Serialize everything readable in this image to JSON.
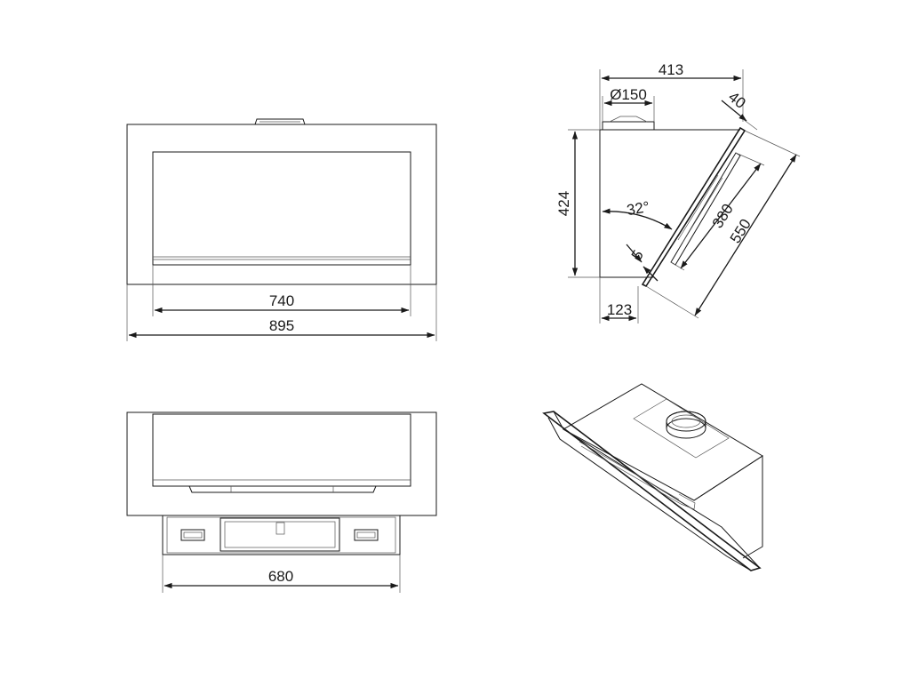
{
  "front_view": {
    "inner_width": "740",
    "overall_width": "895"
  },
  "side_view": {
    "top_depth": "413",
    "duct_diameter": "Ø150",
    "glass_thickness": "40",
    "height": "424",
    "angle": "32°",
    "gap": "5",
    "inner_length": "380",
    "panel_length": "550",
    "bottom_depth": "123"
  },
  "bottom_view": {
    "width": "680"
  }
}
